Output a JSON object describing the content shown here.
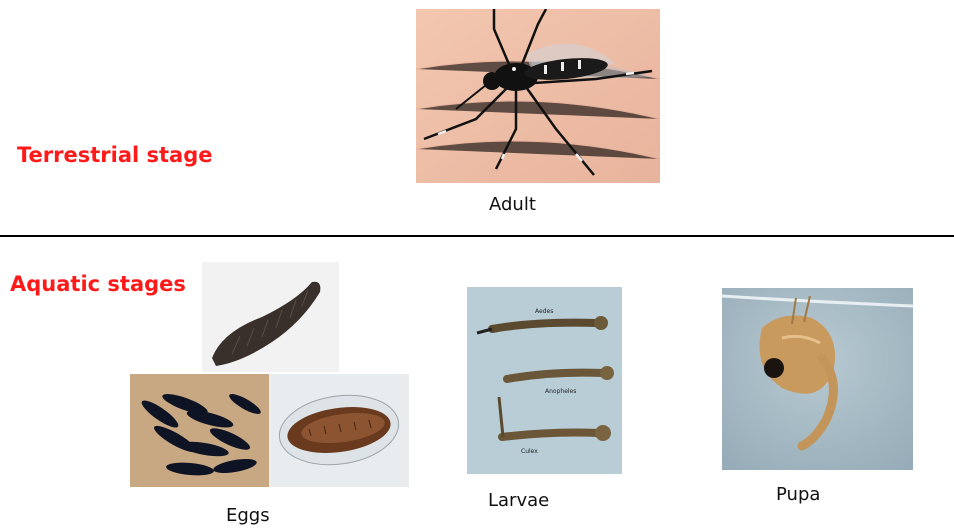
{
  "terrestrial": {
    "label": "Terrestrial stage",
    "adult_caption": "Adult"
  },
  "aquatic": {
    "label": "Aquatic stages",
    "eggs_caption": "Eggs",
    "larvae_caption": "Larvae",
    "pupa_caption": "Pupa",
    "larvae_species": [
      "Aedes",
      "Anopheles",
      "Culex"
    ]
  },
  "colors": {
    "stage_label": "#ff1a1a",
    "divider": "#000000"
  }
}
